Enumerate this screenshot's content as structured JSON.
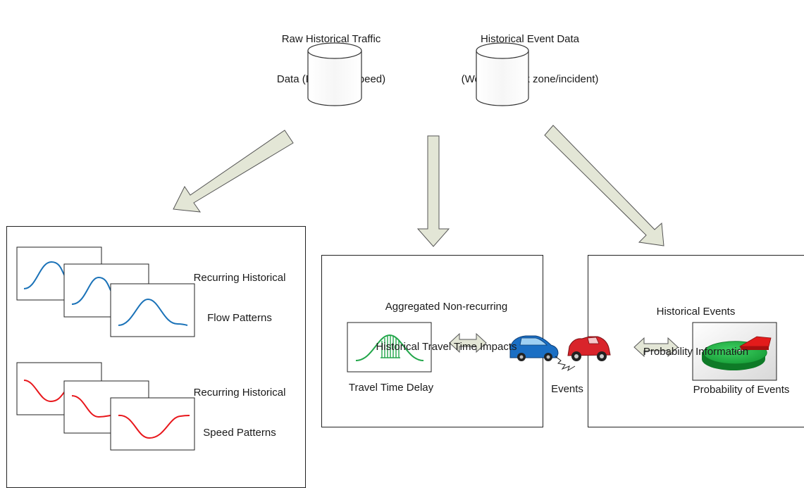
{
  "sources": {
    "traffic": {
      "line1": "Raw Historical Traffic",
      "line2": "Data (Flow and Speed)"
    },
    "events": {
      "line1": "Historical Event Data",
      "line2": "(Weather/work zone/incident)"
    }
  },
  "panels": {
    "recurring": {
      "flow_line1": "Recurring Historical",
      "flow_line2": "Flow Patterns",
      "speed_line1": "Recurring Historical",
      "speed_line2": "Speed Patterns"
    },
    "nonrecurring": {
      "title_line1": "Aggregated Non-recurring",
      "title_line2": "Historical Travel Time Impacts",
      "caption": "Travel Time Delay"
    },
    "probability": {
      "title_line1": "Historical Events",
      "title_line2": "Probability Information",
      "caption": "Probability of Events"
    }
  },
  "events_label": "Events",
  "colors": {
    "flow_curve": "#1a72b8",
    "speed_curve": "#e8161b",
    "delay_curve": "#22a64a",
    "arrow_fill": "#e3e6d6",
    "pie_green": "#19a83c",
    "pie_red": "#e31b1b",
    "car_blue": "#1b6fc4",
    "car_red": "#d9242b"
  }
}
